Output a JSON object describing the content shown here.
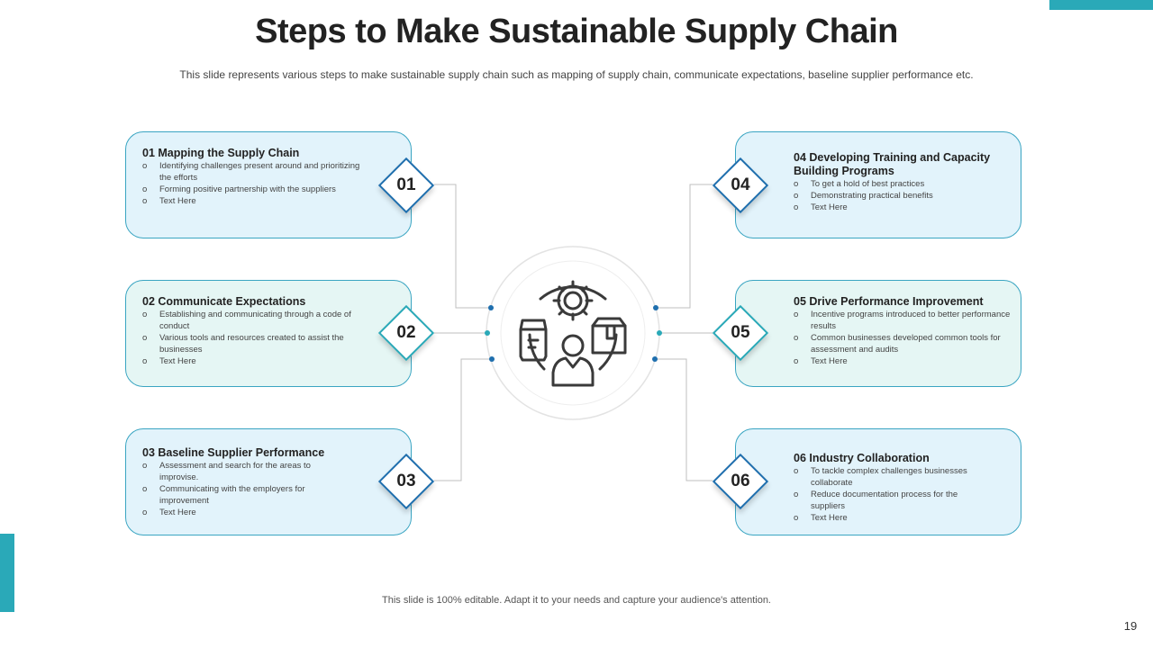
{
  "title": "Steps to Make Sustainable Supply Chain",
  "subtitle": "This slide represents various  steps to make sustainable supply chain such as mapping of supply chain, communicate expectations, baseline supplier performance  etc.",
  "footer": "This slide is 100% editable. Adapt it to your needs and capture your audience's attention.",
  "page_number": "19",
  "colors": {
    "accent": "#2aa9b8",
    "dark_blue": "#1f6fae",
    "card_blue": "#e2f3fb",
    "card_teal": "#e5f6f4"
  },
  "center_icon": "supply-chain-person-gear-box-bag-icon",
  "steps": [
    {
      "number": "01",
      "title": "01 Mapping the Supply Chain",
      "bullets": [
        "Identifying challenges present around and prioritizing the efforts",
        "Forming positive partnership with the suppliers",
        "Text Here"
      ]
    },
    {
      "number": "02",
      "title": "02 Communicate Expectations",
      "bullets": [
        "Establishing and communicating through a code of conduct",
        "Various tools and resources created to assist the businesses",
        "Text Here"
      ]
    },
    {
      "number": "03",
      "title": "03 Baseline Supplier Performance",
      "bullets": [
        "Assessment  and search for the areas to improvise.",
        "Communicating  with the employers for improvement",
        "Text Here"
      ]
    },
    {
      "number": "04",
      "title": "04 Developing Training and Capacity Building Programs",
      "bullets": [
        "To get a hold of best practices",
        "Demonstrating practical benefits",
        "Text Here"
      ]
    },
    {
      "number": "05",
      "title": "05 Drive Performance Improvement",
      "bullets": [
        "Incentive programs introduced to better performance results",
        "Common  businesses developed common tools for assessment and audits",
        "Text Here"
      ]
    },
    {
      "number": "06",
      "title": "06 Industry  Collaboration",
      "bullets": [
        "To tackle complex challenges businesses collaborate",
        "Reduce documentation process for the suppliers",
        "Text Here"
      ]
    }
  ],
  "bullet_glyph": "o"
}
